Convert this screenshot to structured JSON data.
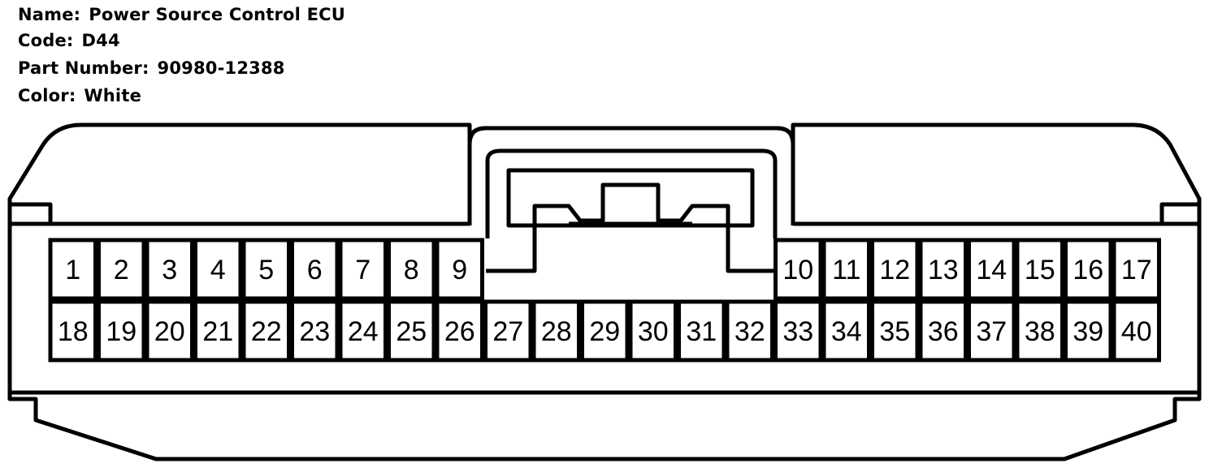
{
  "info": {
    "name_label": "Name:",
    "name_value": "Power Source Control ECU",
    "code_label": "Code:",
    "code_value": "D44",
    "part_label": "Part Number:",
    "part_value": "90980-12388",
    "color_label": "Color:",
    "color_value": "White"
  },
  "connector": {
    "top_row_pins": [
      "1",
      "2",
      "3",
      "4",
      "5",
      "6",
      "7",
      "8",
      "9",
      "10",
      "11",
      "12",
      "13",
      "14",
      "15",
      "16",
      "17"
    ],
    "bottom_row_pins": [
      "18",
      "19",
      "20",
      "21",
      "22",
      "23",
      "24",
      "25",
      "26",
      "27",
      "28",
      "29",
      "30",
      "31",
      "32",
      "33",
      "34",
      "35",
      "36",
      "37",
      "38",
      "39",
      "40"
    ]
  }
}
